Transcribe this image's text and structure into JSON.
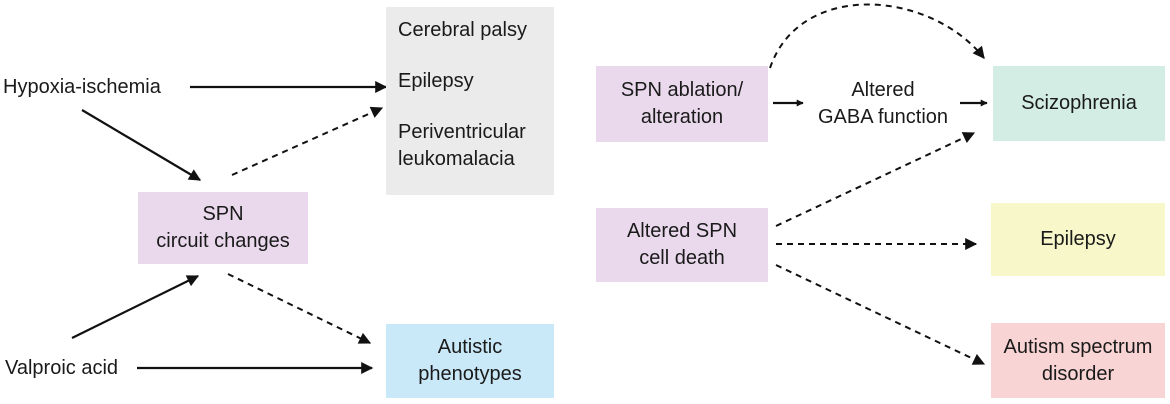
{
  "colors": {
    "purple": "#ead9ed",
    "grey": "#ebebeb",
    "blue": "#c9e8f8",
    "green": "#d3ede4",
    "yellow": "#f7f7c9",
    "pink": "#f9d4d4",
    "arrow": "#111111"
  },
  "left": {
    "hypoxia": "Hypoxia-ischemia",
    "valproic": "Valproic acid",
    "spn_circuit": {
      "line1": "SPN",
      "line2": "circuit changes"
    },
    "outcomes": {
      "cerebral_palsy": "Cerebral palsy",
      "epilepsy": "Epilepsy",
      "pvl_line1": "Periventricular",
      "pvl_line2": "leukomalacia"
    },
    "autistic": {
      "line1": "Autistic",
      "line2": "phenotypes"
    }
  },
  "right": {
    "spn_ablation": {
      "line1": "SPN ablation/",
      "line2": "alteration"
    },
    "gaba": {
      "line1": "Altered",
      "line2": "GABA function"
    },
    "schizophrenia": "Scizophrenia",
    "altered_death": {
      "line1": "Altered SPN",
      "line2": "cell death"
    },
    "epilepsy": "Epilepsy",
    "asd": {
      "line1": "Autism spectrum",
      "line2": "disorder"
    }
  }
}
